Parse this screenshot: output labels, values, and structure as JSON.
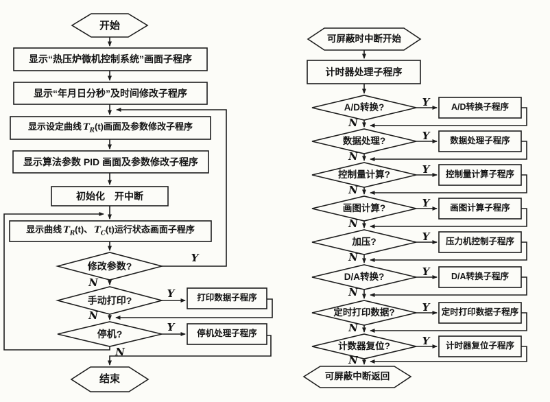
{
  "labels": {
    "yes": "Y",
    "no": "N"
  },
  "left": {
    "start": "开始",
    "box1": "显示“热压炉微机控制系统”画面子程序",
    "box2": "显示“年月日分秒”及时间修改子程序",
    "box3": {
      "p1": "显示设定曲线",
      "sym1": "T",
      "sub1": "R",
      "p2": "(t)画面及参数修改子程序"
    },
    "box4": "显示算法参数 PID 画面及参数修改子程序",
    "box5": "初始化　开中断",
    "box6": {
      "p1": "显示曲线",
      "sym1": "T",
      "sub1": "R",
      "p2": "(t)、",
      "sym2": "T",
      "sub2": "C",
      "p3": "(t)运行状态画面子程序"
    },
    "d1": "修改参数?",
    "d2": "手动打印?",
    "d3": "停机?",
    "sub1": "打印数据子程序",
    "sub2": "停机处理子程序",
    "end": "结束"
  },
  "right": {
    "start": "可屏蔽时中断开始",
    "box": "计时器处理子程序",
    "rows": [
      {
        "q": "A/D转换?",
        "action": "A/D转换子程序"
      },
      {
        "q": "数据处理?",
        "action": "数据处理子程序"
      },
      {
        "q": "控制量计算?",
        "action": "控制量计算子程序"
      },
      {
        "q": "画图计算?",
        "action": "画图计算子程序"
      },
      {
        "q": "加压?",
        "action": "压力机控制子程序"
      },
      {
        "q": "D/A转换?",
        "action": "D/A转换子程序"
      },
      {
        "q": "定时打印数据?",
        "action": "定时打印数据子程序"
      },
      {
        "q": "计数器复位?",
        "action": "计时器复位子程序"
      }
    ],
    "end": "可屏蔽中断返回"
  },
  "colors": {
    "ink": "#1c1c1c",
    "paper": "#fcfcf8"
  }
}
